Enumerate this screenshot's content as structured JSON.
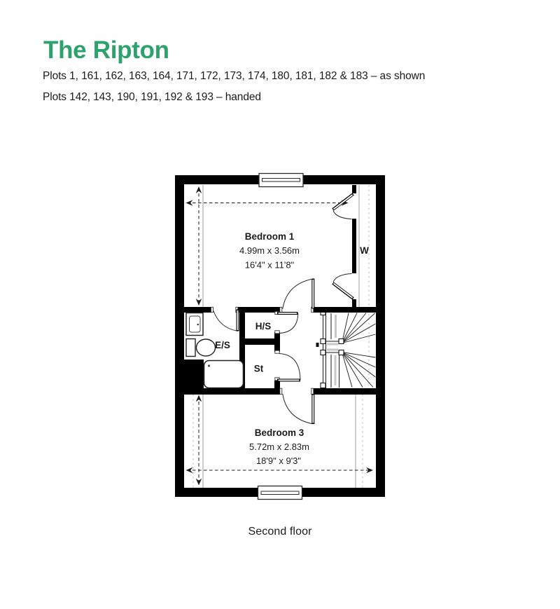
{
  "header": {
    "title": "The Ripton",
    "plots_as_shown": "Plots 1, 161, 162, 163, 164, 171, 172, 173, 174, 180, 181, 182 & 183 – as shown",
    "plots_handed": "Plots 142, 143, 190, 191, 192 & 193 – handed"
  },
  "floorplan": {
    "caption": "Second floor",
    "rooms": {
      "bedroom1": {
        "name": "Bedroom 1",
        "size_metric": "4.99m x 3.56m",
        "size_imperial": "16'4\" x 11'8\""
      },
      "bedroom3": {
        "name": "Bedroom 3",
        "size_metric": "5.72m x 2.83m",
        "size_imperial": "18'9\" x 9'3\""
      },
      "wardrobe": {
        "label": "W"
      },
      "ensuite": {
        "label": "E/S"
      },
      "heating_store": {
        "label": "H/S"
      },
      "store": {
        "label": "St"
      }
    }
  },
  "colors": {
    "accent_green": "#2EA26D",
    "text": "#1B1B1B",
    "walls": "#000000",
    "background": "#FFFFFF"
  }
}
